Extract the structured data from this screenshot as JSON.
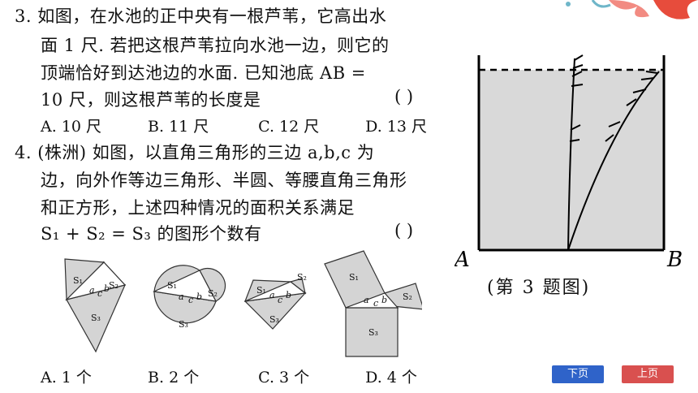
{
  "q3": {
    "number": "3.",
    "lines": [
      "如图，在水池的正中央有一根芦苇，它高出水",
      "面 1 尺. 若把这根芦苇拉向水池一边，则它的",
      "顶端恰好到达池边的水面. 已知池底 AB =",
      "10 尺，则这根芦苇的长度是"
    ],
    "paren": "(        )",
    "options": [
      "A. 10 尺",
      "B. 11 尺",
      "C. 12 尺",
      "D. 13 尺"
    ]
  },
  "q4": {
    "number": "4.",
    "lines": [
      "(株洲) 如图，以直角三角形的三边 a,b,c 为",
      "边，向外作等边三角形、半圆、等腰直角三角形",
      "和正方形，上述四种情况的面积关系满足",
      "S₁ + S₂ = S₃ 的图形个数有"
    ],
    "paren": "(        )",
    "options": [
      "A. 1 个",
      "B. 2 个",
      "C. 3 个",
      "D. 4 个"
    ]
  },
  "figure_labels": {
    "s1": "S₁",
    "s2": "S₂",
    "s3": "S₃",
    "a": "a",
    "b": "b",
    "c": "c",
    "A": "A",
    "B": "B"
  },
  "caption": "(第 3 题图)",
  "nav": {
    "next": "下页",
    "prev": "上页"
  },
  "colors": {
    "fill_gray": "#d4d4d4",
    "nav_blue": "#2f63c9",
    "nav_red": "#d9504f"
  }
}
